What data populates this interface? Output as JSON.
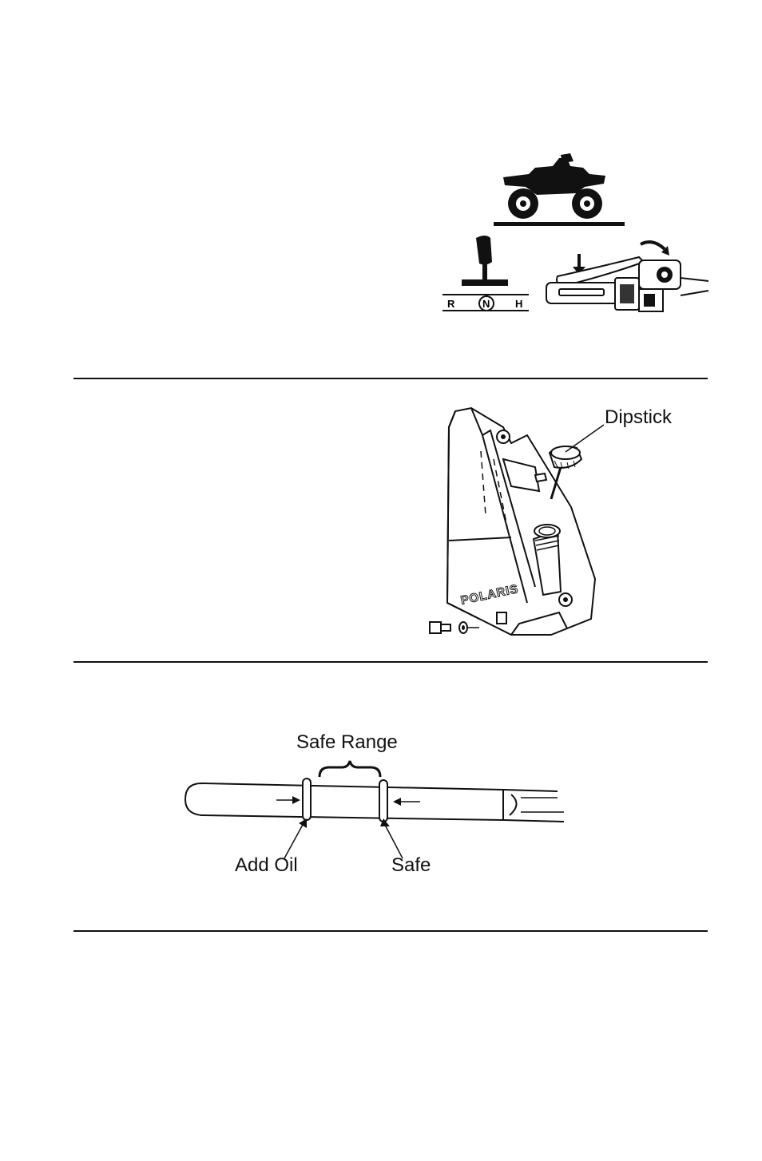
{
  "figure1": {
    "shifter_labels": [
      "R",
      "N",
      "H"
    ]
  },
  "figure2": {
    "callout": "Dipstick",
    "logo_text": "POLARIS"
  },
  "figure3": {
    "range_label": "Safe Range",
    "add_oil_label": "Add Oil",
    "safe_label": "Safe"
  }
}
